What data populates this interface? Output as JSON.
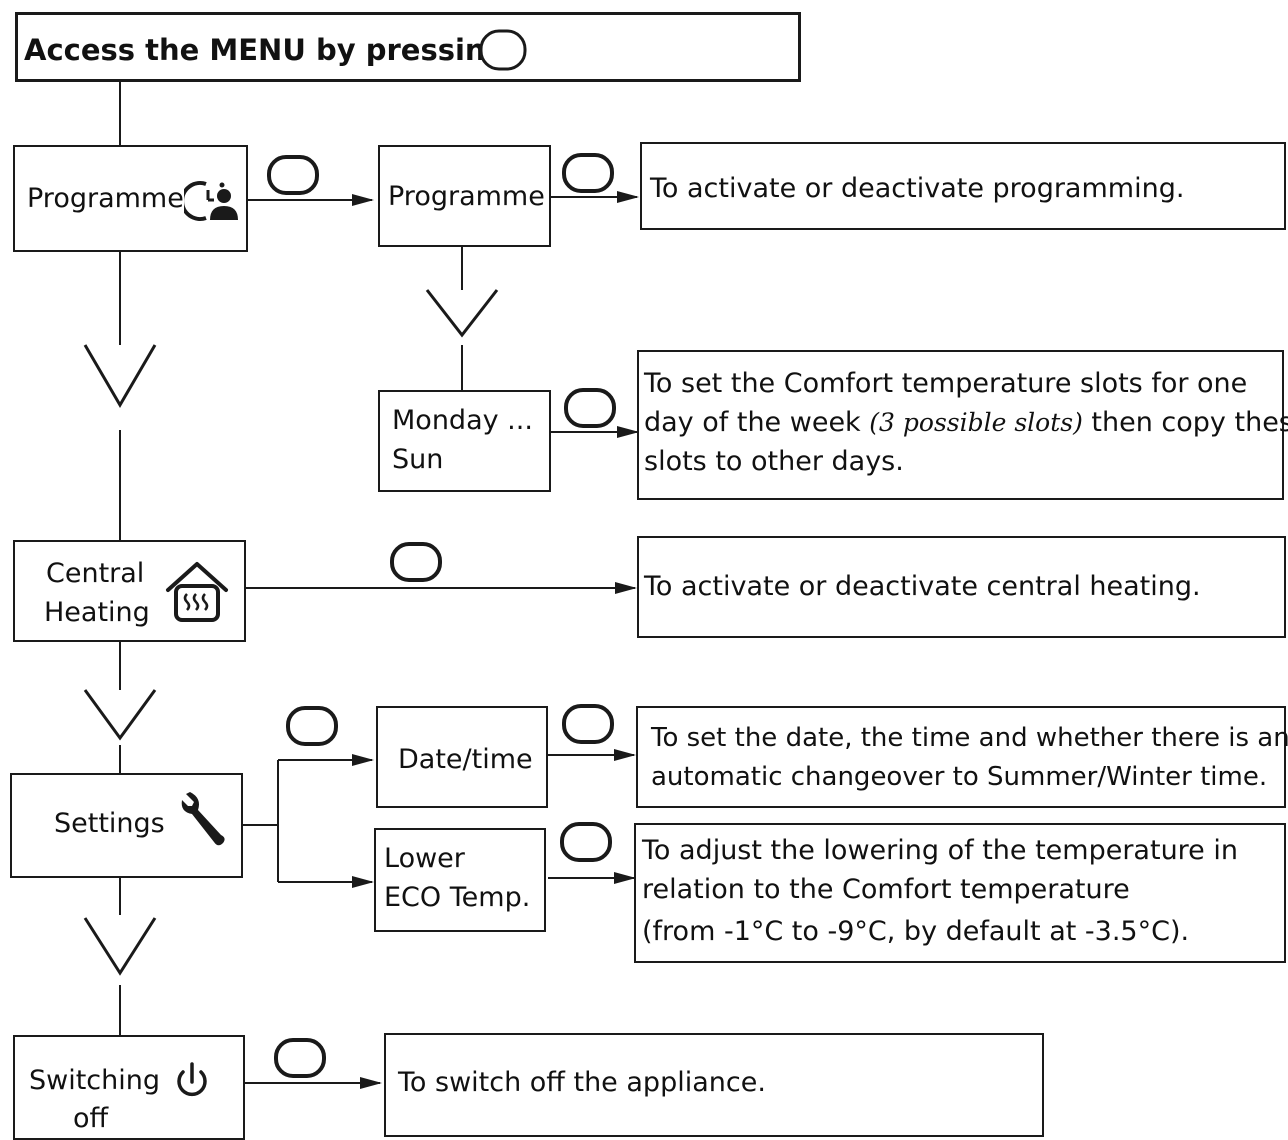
{
  "header": {
    "text": "Access the MENU by pressing",
    "button_icon": "oval-button-icon"
  },
  "items": {
    "programme": {
      "label": "Programme",
      "icon": "programme-clock-user-icon"
    },
    "central_heating": {
      "label_line1": "Central",
      "label_line2": "Heating",
      "icon": "house-heating-icon"
    },
    "settings": {
      "label": "Settings",
      "icon": "wrench-icon"
    },
    "switching_off": {
      "label_line1": "Switching",
      "label_line2": "off",
      "icon": "power-icon"
    }
  },
  "submenus": {
    "programme": "Programme",
    "days_line1": "Monday ...",
    "days_line2": "Sun",
    "datetime": "Date/time",
    "eco_line1": "Lower",
    "eco_line2": "ECO Temp."
  },
  "descriptions": {
    "programme": "To activate or deactivate programming.",
    "days_line1": "To set the Comfort temperature slots for one",
    "days_line2_a": "day of the week ",
    "days_line2_italic": "(3 possible slots)",
    "days_line2_b": " then copy these",
    "days_line3": "slots to other days.",
    "central_heating": "To activate or deactivate central heating.",
    "datetime_line1": "To set the date, the time and whether there is an",
    "datetime_line2": "automatic changeover to Summer/Winter time.",
    "eco_line1": "To adjust the lowering of the temperature in",
    "eco_line2": "relation to the Comfort temperature",
    "eco_line3": "(from -1°C to -9°C, by default at -3.5°C).",
    "switching_off": "To switch off the appliance."
  },
  "colors": {
    "line": "#1a1a1a",
    "background": "#ffffff"
  }
}
